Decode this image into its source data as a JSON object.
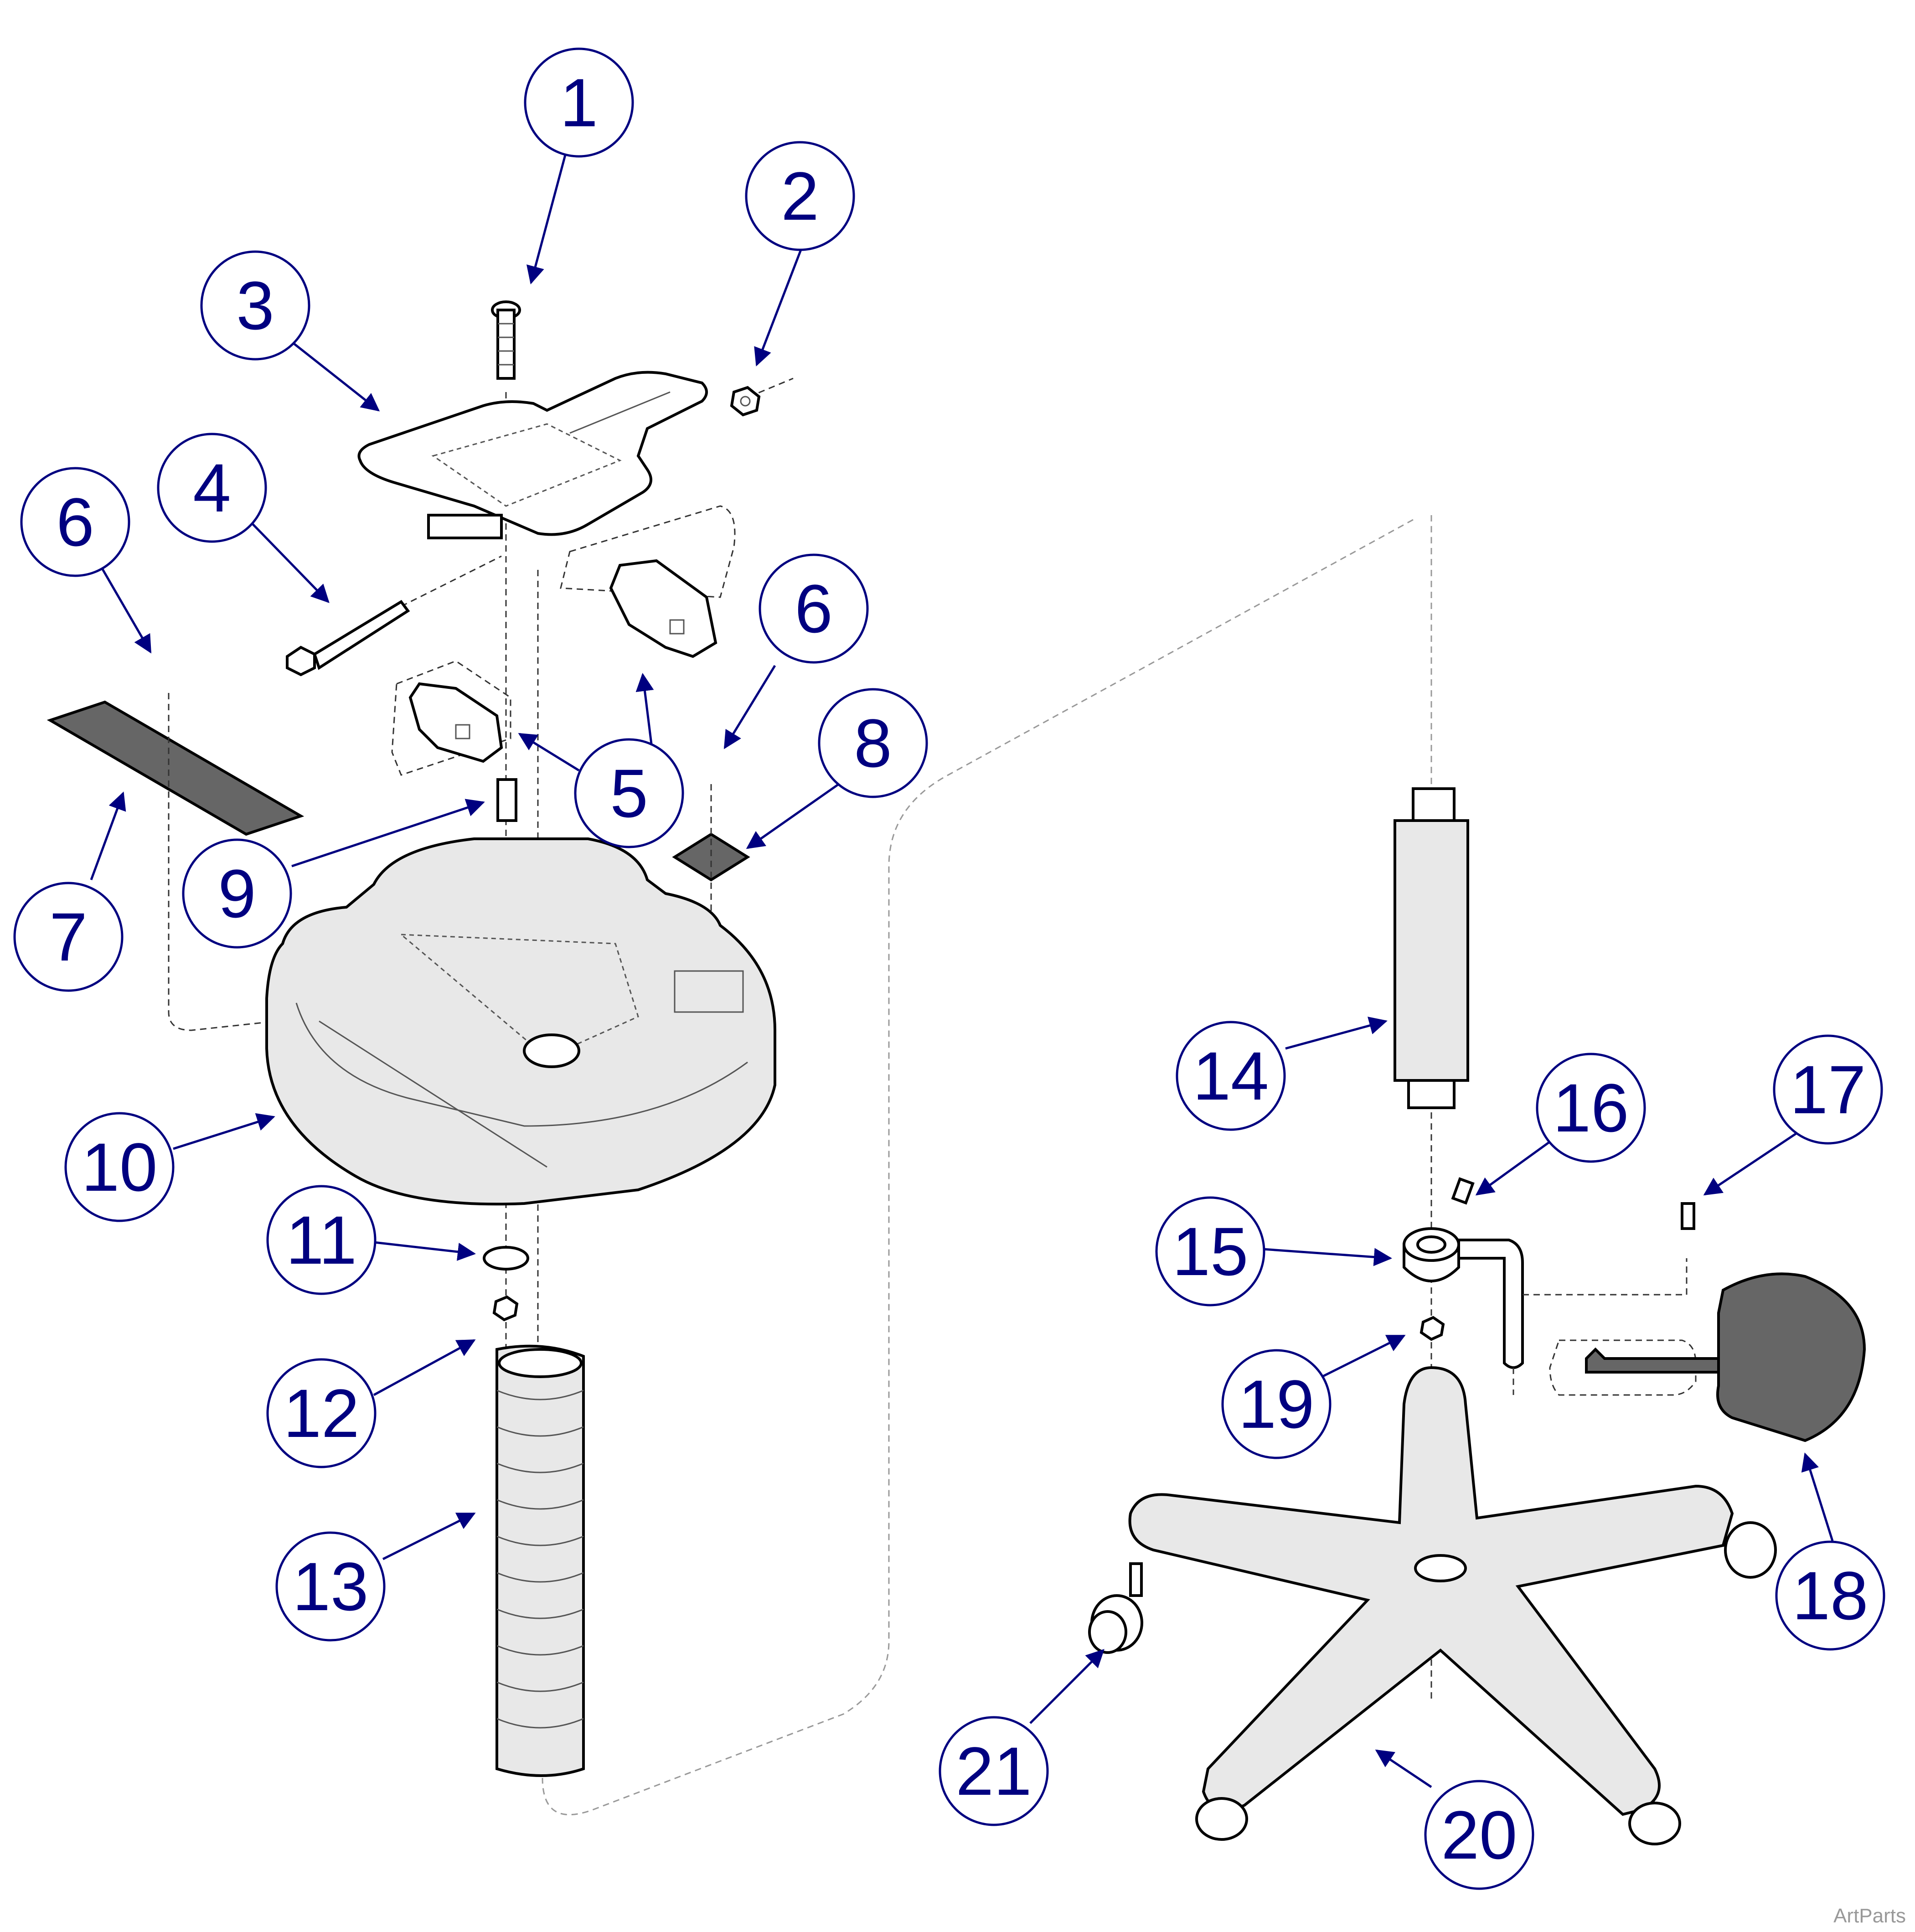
{
  "callouts": [
    "1",
    "2",
    "3",
    "4",
    "6",
    "5",
    "6",
    "7",
    "8",
    "9",
    "10",
    "11",
    "12",
    "13",
    "14",
    "15",
    "16",
    "17",
    "18",
    "19",
    "20",
    "21"
  ],
  "watermark": "ArtParts",
  "colors": {
    "callout": "#000080",
    "part_fill": "#e8e8e8",
    "dark_part": "#666666"
  }
}
